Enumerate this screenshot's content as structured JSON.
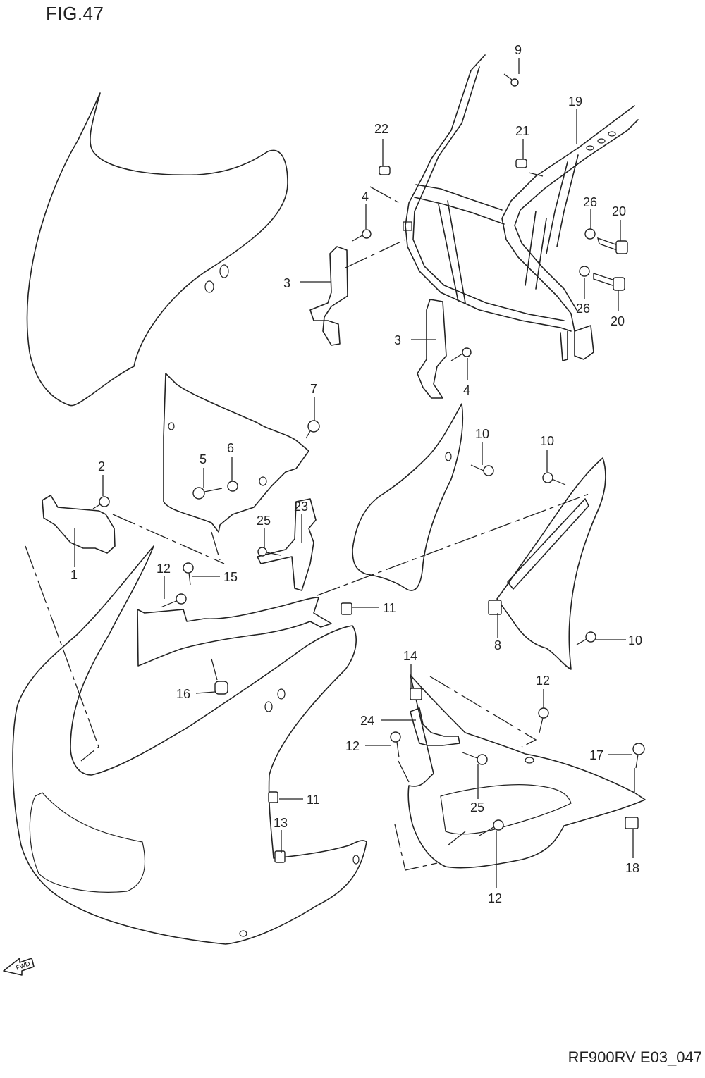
{
  "figure": {
    "title": "FIG.47",
    "code": "RF900RV E03_047",
    "fwd_label": "FWD"
  },
  "part_labels": [
    "1",
    "2",
    "3",
    "3",
    "4",
    "4",
    "5",
    "6",
    "7",
    "8",
    "9",
    "10",
    "10",
    "10",
    "11",
    "11",
    "12",
    "12",
    "12",
    "12",
    "13",
    "14",
    "15",
    "16",
    "17",
    "18",
    "19",
    "20",
    "20",
    "21",
    "22",
    "23",
    "24",
    "25",
    "25",
    "26",
    "26"
  ]
}
